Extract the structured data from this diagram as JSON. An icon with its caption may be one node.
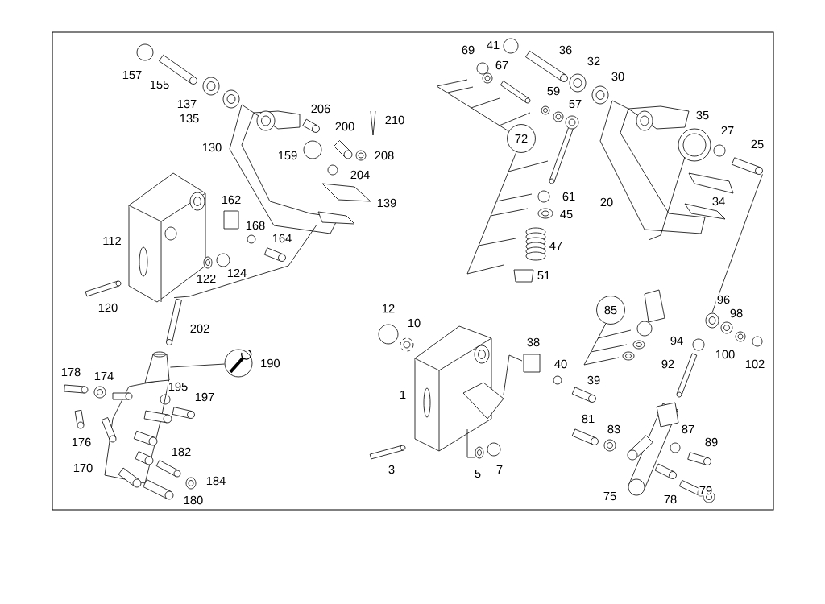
{
  "diagram": {
    "nodes": [
      {
        "text": [
          "72"
        ]
      },
      {
        "text": [
          "85"
        ]
      },
      {
        "text": [],
        "shape": "picture",
        "beside": [
          "190"
        ]
      },
      {
        "text": [],
        "shape": "picture"
      },
      {
        "text": [],
        "shape": "picture"
      },
      {
        "text": [],
        "shape": "picture"
      },
      {
        "text": [],
        "shape": "picture"
      },
      {
        "text": [],
        "shape": "picture"
      }
    ],
    "edges": [
      {
        "from": 0,
        "to": null,
        "arrow": "none"
      },
      {
        "from": 0,
        "to": null,
        "arrow": "none"
      },
      {
        "from": 1,
        "to": null,
        "arrow": "none"
      },
      {
        "from": 3,
        "to": 2,
        "arrow": "none"
      },
      {
        "from": 6,
        "to": 7,
        "arrow": "none"
      },
      {
        "from": 4,
        "to": 5,
        "arrow": "none"
      }
    ],
    "labels": [
      "69",
      "41",
      "36",
      "157",
      "32",
      "67",
      "155",
      "30",
      "59",
      "137",
      "57",
      "206",
      "135",
      "35",
      "210",
      "200",
      "27",
      "25",
      "130",
      "159",
      "208",
      "204",
      "61",
      "162",
      "20",
      "34",
      "139",
      "45",
      "168",
      "164",
      "112",
      "47",
      "124",
      "122",
      "51",
      "96",
      "120",
      "12",
      "98",
      "202",
      "10",
      "94",
      "102",
      "100",
      "38",
      "40",
      "92",
      "178",
      "174",
      "39",
      "195",
      "1",
      "197",
      "81",
      "83",
      "87",
      "176",
      "89",
      "182",
      "170",
      "3",
      "5",
      "7",
      "184",
      "79",
      "75",
      "78",
      "180"
    ]
  }
}
